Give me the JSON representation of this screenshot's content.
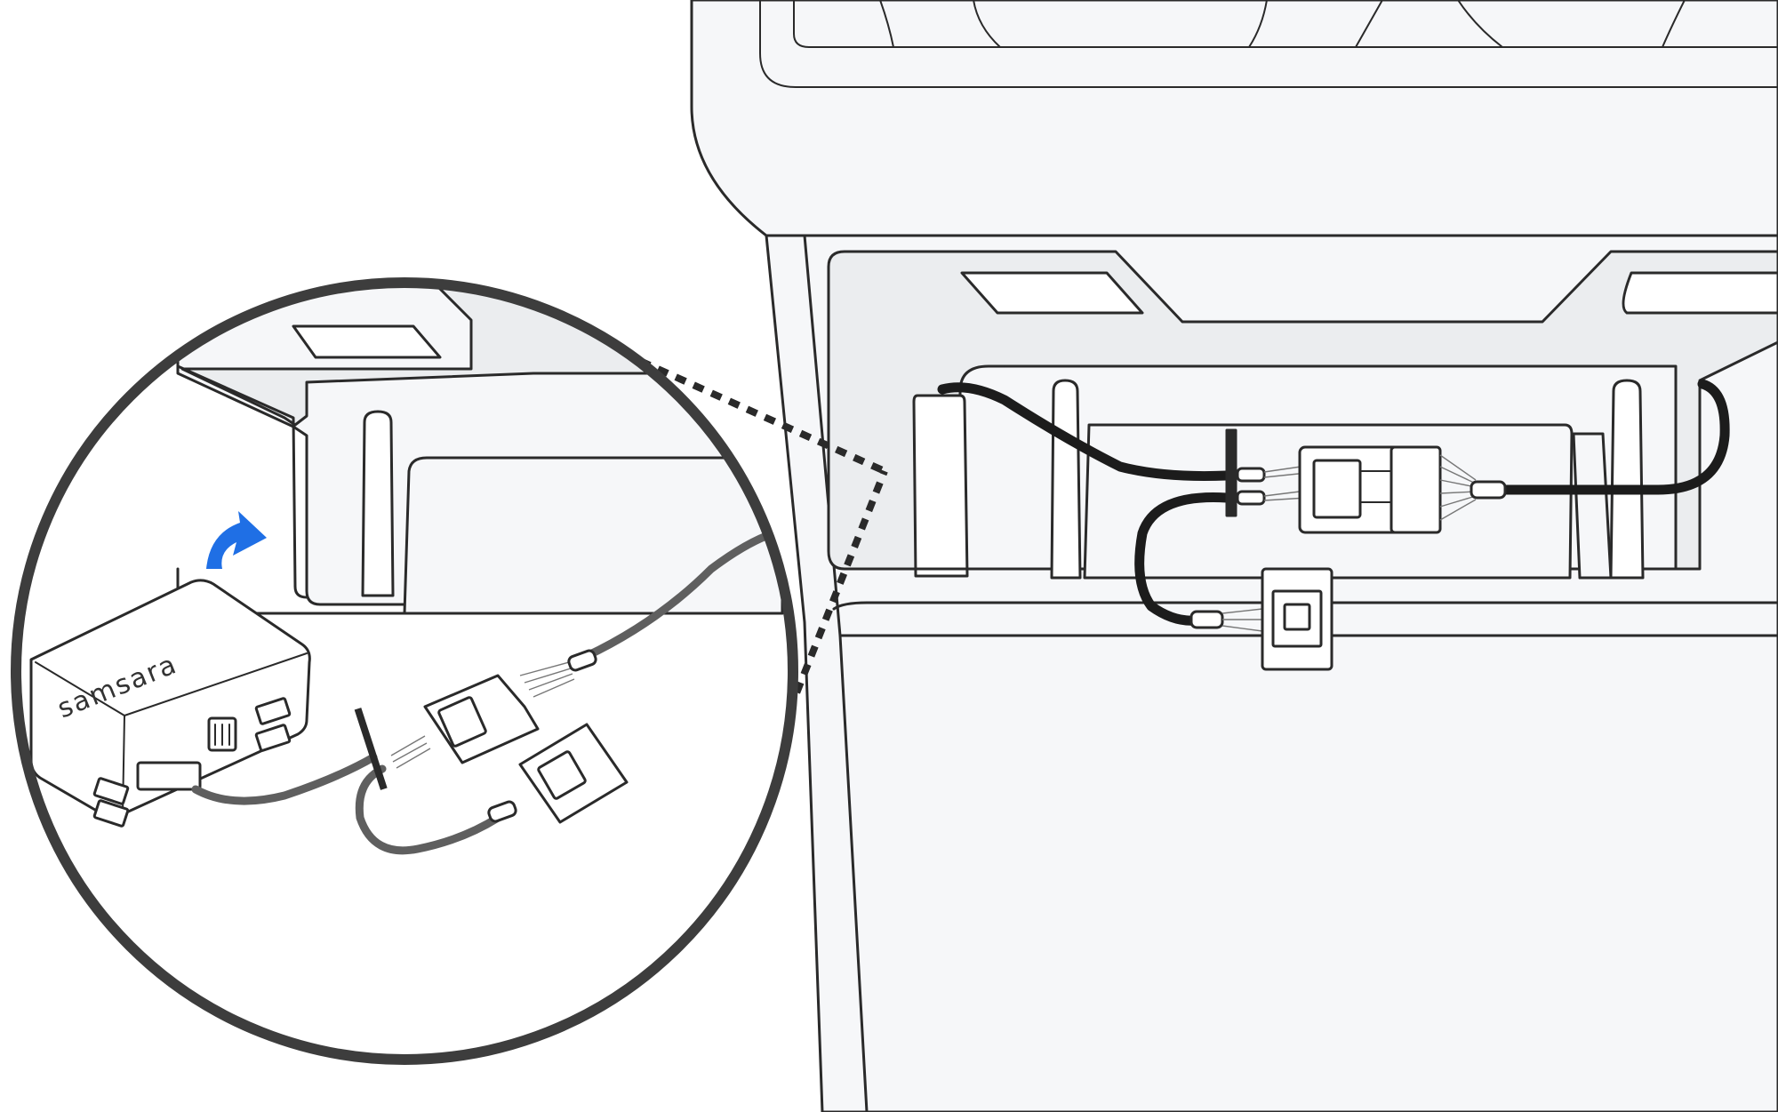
{
  "brand_label": "samsara",
  "colors": {
    "outline": "#2a2a2a",
    "panel": "#f6f7f9",
    "cable": "#1c1c1c",
    "cable_zoom": "#5f5f5f",
    "arrow": "#1f6fe5",
    "magnifier_ring": "#3d3d3d"
  },
  "icons": {
    "direction_arrow": "curved-arrow-icon",
    "gateway": "gateway-device",
    "connector": "harness-connector"
  }
}
